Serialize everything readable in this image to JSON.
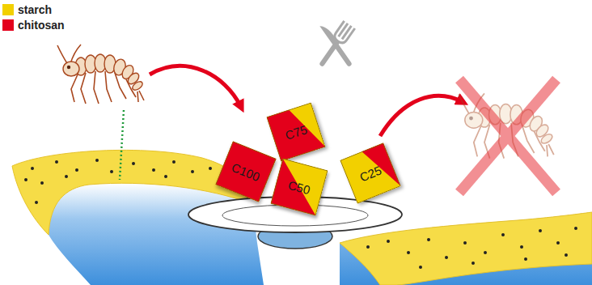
{
  "diagram": {
    "nodes": [
      {
        "text": [
          "C100"
        ]
      },
      {
        "text": [
          "C75"
        ]
      },
      {
        "text": [
          "C50"
        ]
      },
      {
        "text": [
          "C25"
        ]
      }
    ],
    "legend": [
      {
        "text": "starch",
        "color": "#f2d000"
      },
      {
        "text": "chitosan",
        "color": "#e3001b"
      }
    ]
  }
}
